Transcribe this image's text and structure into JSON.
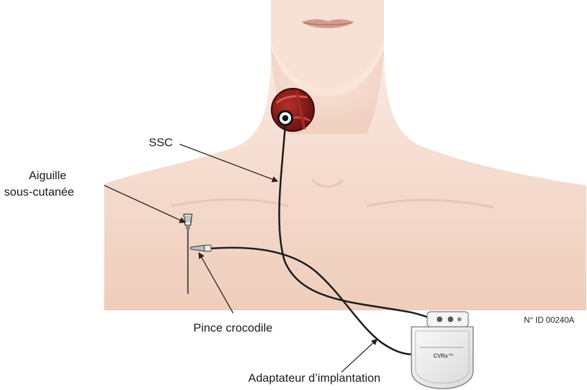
{
  "labels": {
    "ssc": "SSC",
    "needle_line1": "Aiguille",
    "needle_line2": "sous-cutanée",
    "clip": "Pince crocodile",
    "adapter": "Adaptateur d’implantation",
    "figure_id": "N° ID 00240A"
  },
  "device": {
    "brand": "CVRx",
    "brand_mark": "™"
  },
  "colors": {
    "skin_light": "#fbe9df",
    "skin_mid": "#f1d2c2",
    "skin_shadow": "#e2b7a2",
    "lip": "#c98f83",
    "lead": "#1c1c1c",
    "artery": "#8e1b1b",
    "device_metal": "#efefef"
  }
}
